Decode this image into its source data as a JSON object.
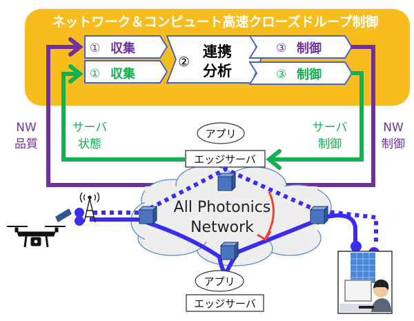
{
  "title": "ネットワーク＆コンピュート高速クローズドループ制御",
  "colors": {
    "panel": "#f7bd1f",
    "purple": "#7030a0",
    "green": "#12b04e",
    "blue_line": "#3a2cf0",
    "box_border": "#4a62c8",
    "cube": "#4a74c0",
    "red_arrow": "#f04030",
    "cloud_fill": "#eeeeee",
    "cloud_stroke": "#5a8ac8"
  },
  "loop": {
    "collect_nw": {
      "num": "①",
      "label": "収集"
    },
    "collect_server": {
      "num": "①",
      "label": "収集"
    },
    "analyze": {
      "num": "②",
      "line1": "連携",
      "line2": "分析"
    },
    "control_nw": {
      "num": "③",
      "label": "制御"
    },
    "control_server": {
      "num": "③",
      "label": "制御"
    }
  },
  "side_labels": {
    "nw_quality": {
      "line1": "NW",
      "line2": "品質"
    },
    "server_state": {
      "line1": "サーバ",
      "line2": "状態"
    },
    "server_control": {
      "line1": "サーバ",
      "line2": "制御"
    },
    "nw_control": {
      "line1": "NW",
      "line2": "制御"
    }
  },
  "network": {
    "label_line1": "All Photonics",
    "label_line2": "Network"
  },
  "edge_top": {
    "app": "アプリ",
    "server": "エッジサーバ"
  },
  "edge_bottom": {
    "app": "アプリ",
    "server": "エッジサーバ"
  }
}
